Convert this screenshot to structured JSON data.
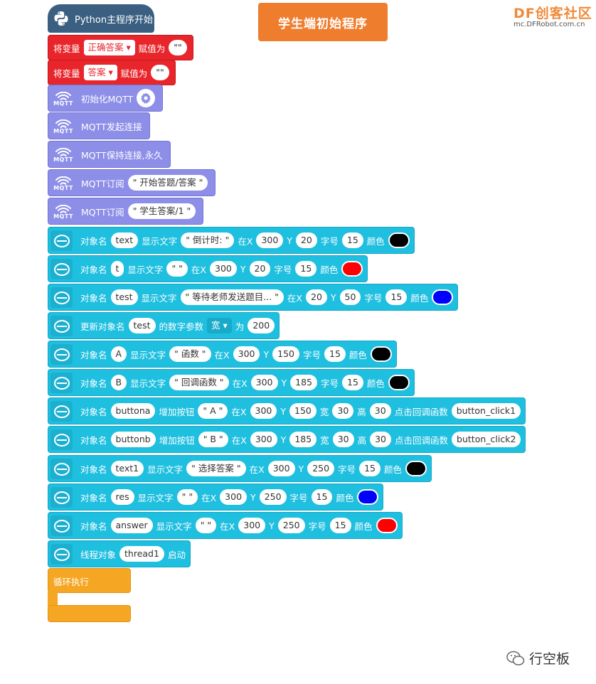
{
  "header": {
    "title": "学生端初始程序",
    "logo_main": "DF创客社区",
    "logo_url": "mc.DFRobot.com.cn"
  },
  "hat": {
    "label": "Python主程序开始"
  },
  "vars": [
    {
      "prefix": "将变量",
      "name": "正确答案",
      "assign": "赋值为",
      "value": "\"\""
    },
    {
      "prefix": "将变量",
      "name": "答案",
      "assign": "赋值为",
      "value": "\"\""
    }
  ],
  "mqtt_icon_text": "MQTT",
  "mqtt": [
    {
      "label": "初始化MQTT"
    },
    {
      "label": "MQTT发起连接"
    },
    {
      "label": "MQTT保持连接,永久"
    },
    {
      "label": "MQTT订阅",
      "topic": "\" 开始答题/答案 \""
    },
    {
      "label": "MQTT订阅",
      "topic": "\" 学生答案/1 \""
    }
  ],
  "labels": {
    "obj": "对象名",
    "show_text": "显示文字",
    "at_x": "在X",
    "y": "Y",
    "font": "字号",
    "color": "颜色",
    "add_button": "增加按钮",
    "w": "宽",
    "h": "高",
    "callback": "点击回调函数",
    "update": "更新对象名",
    "num_param": "的数字参数",
    "to": "为",
    "thread_obj": "线程对象",
    "start": "启动",
    "loop": "循环执行"
  },
  "text_blocks": [
    {
      "obj": "text",
      "text": "\" 倒计时: \"",
      "x": "300",
      "y": "20",
      "size": "15",
      "color": "#000000"
    },
    {
      "obj": "t",
      "text": "\"   \"",
      "x": "300",
      "y": "20",
      "size": "15",
      "color": "#ff0000"
    },
    {
      "obj": "test",
      "text": "\" 等待老师发送题目... \"",
      "x": "20",
      "y": "50",
      "size": "15",
      "color": "#0000ff"
    }
  ],
  "update_block": {
    "obj": "test",
    "param": "宽",
    "value": "200"
  },
  "text_blocks2": [
    {
      "obj": "A",
      "text": "\" 函数 \"",
      "x": "300",
      "y": "150",
      "size": "15",
      "color": "#000000"
    },
    {
      "obj": "B",
      "text": "\" 回调函数 \"",
      "x": "300",
      "y": "185",
      "size": "15",
      "color": "#000000"
    }
  ],
  "buttons": [
    {
      "obj": "buttona",
      "text": "\" A \"",
      "x": "300",
      "y": "150",
      "w": "30",
      "h": "30",
      "cb": "button_click1"
    },
    {
      "obj": "buttonb",
      "text": "\" B \"",
      "x": "300",
      "y": "185",
      "w": "30",
      "h": "30",
      "cb": "button_click2"
    }
  ],
  "text_blocks3": [
    {
      "obj": "text1",
      "text": "\" 选择答案 \"",
      "x": "300",
      "y": "250",
      "size": "15",
      "color": "#000000"
    },
    {
      "obj": "res",
      "text": "\"   \"",
      "x": "300",
      "y": "250",
      "size": "15",
      "color": "#0000ff"
    },
    {
      "obj": "answer",
      "text": "\"   \"",
      "x": "300",
      "y": "250",
      "size": "15",
      "color": "#ff0000"
    }
  ],
  "thread": {
    "name": "thread1"
  },
  "watermark": "行空板"
}
